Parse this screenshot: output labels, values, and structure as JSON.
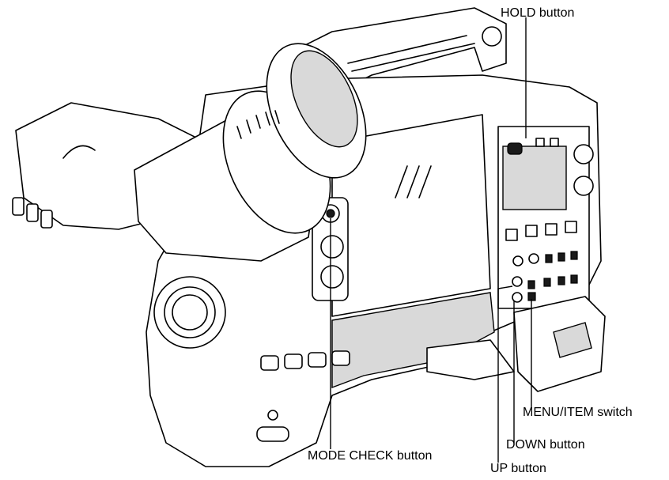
{
  "callouts": {
    "hold": "HOLD button",
    "menu_item": "MENU/ITEM switch",
    "down": "DOWN button",
    "mode_check": "MODE CHECK button",
    "up": "UP button"
  }
}
